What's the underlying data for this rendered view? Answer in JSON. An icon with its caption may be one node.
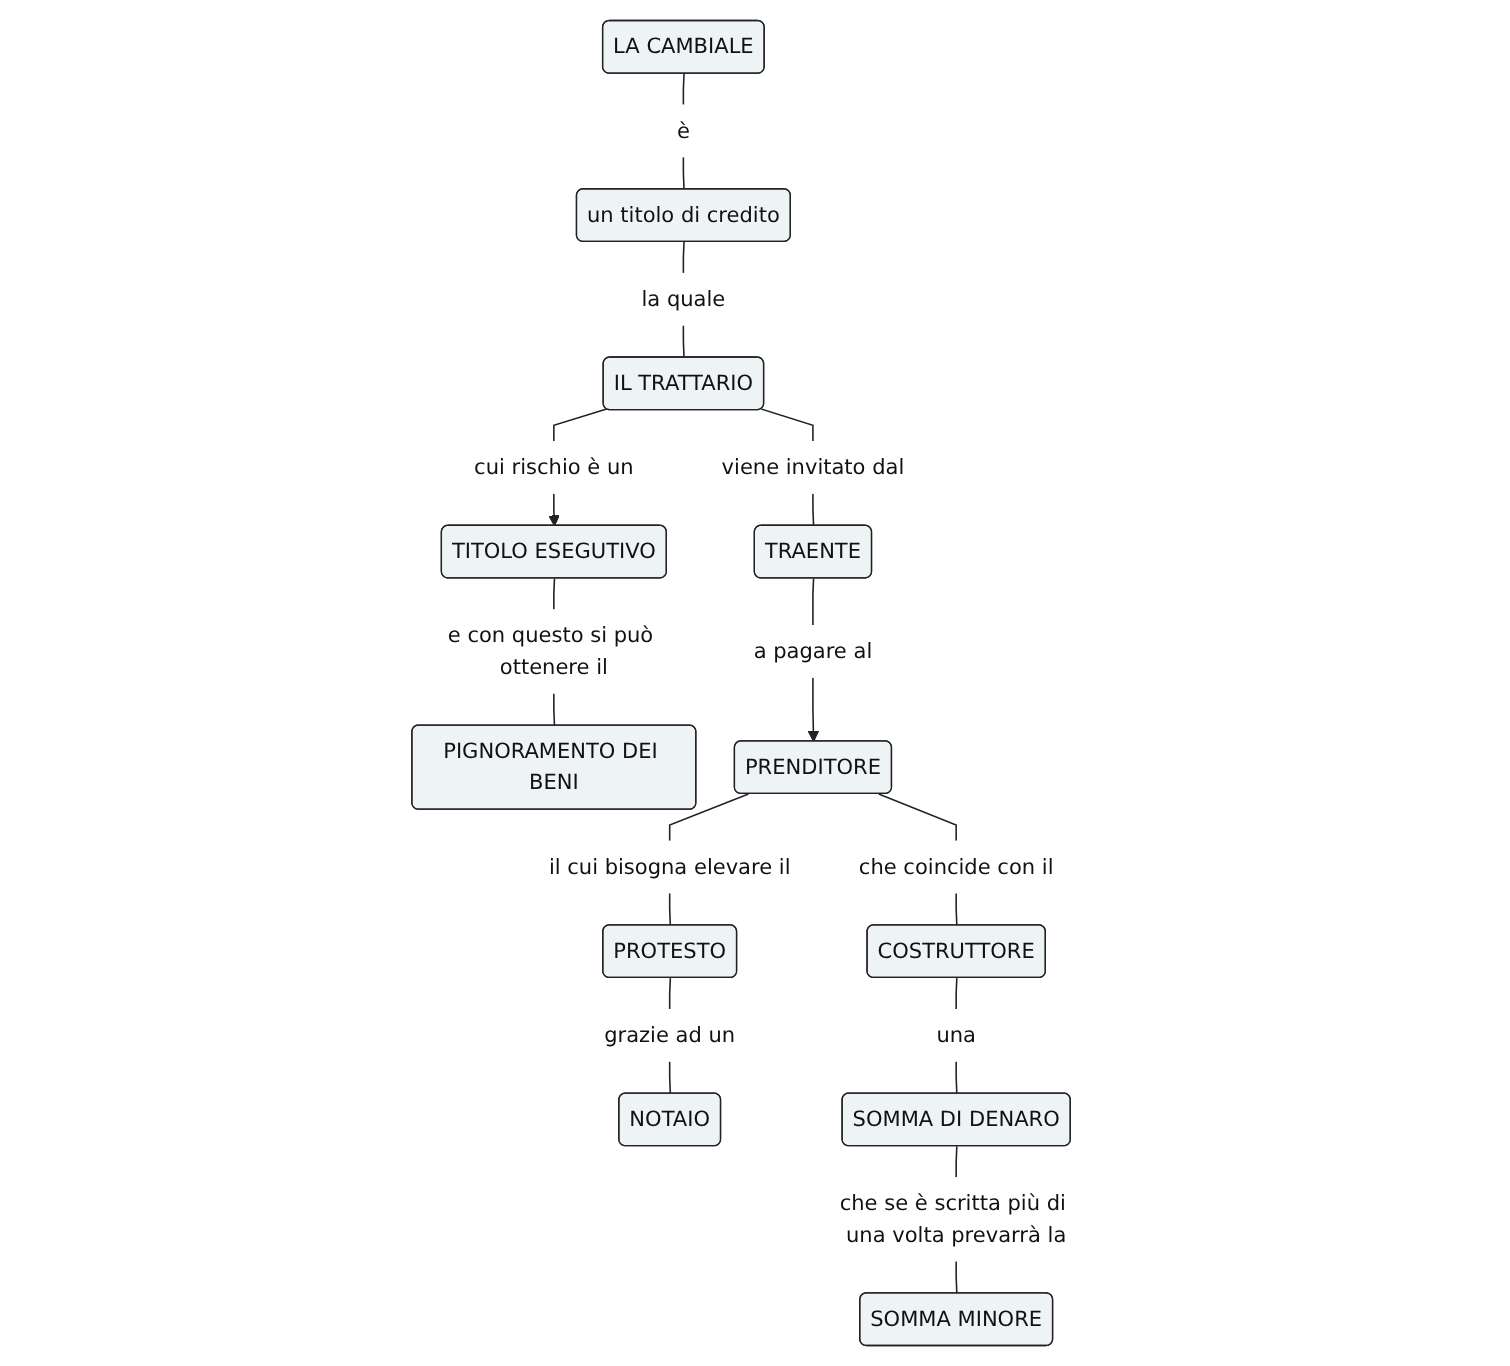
{
  "diagram": {
    "nodes": [
      {
        "text": [
          "LA CAMBIALE"
        ]
      },
      {
        "text": [
          "è"
        ]
      },
      {
        "text": [
          "un titolo di credito"
        ]
      },
      {
        "text": [
          "la quale"
        ]
      },
      {
        "text": [
          "IL TRATTARIO"
        ]
      },
      {
        "text": [
          "cui rischio è un"
        ]
      },
      {
        "text": [
          "TITOLO ESEGUTIVO"
        ]
      },
      {
        "text": [
          "e con questo si può ottenere il"
        ]
      },
      {
        "text": [
          "PIGNORAMENTO DEI BENI"
        ]
      },
      {
        "text": [
          "viene invitato dal"
        ]
      },
      {
        "text": [
          "TRAENTE"
        ]
      },
      {
        "text": [
          "a pagare al"
        ]
      },
      {
        "text": [
          "PRENDITORE"
        ]
      },
      {
        "text": [
          "il cui bisogna elevare il"
        ]
      },
      {
        "text": [
          "PROTESTO"
        ]
      },
      {
        "text": [
          "grazie ad un"
        ]
      },
      {
        "text": [
          "NOTAIO"
        ]
      },
      {
        "text": [
          "che coincide con il"
        ]
      },
      {
        "text": [
          "COSTRUTTORE"
        ]
      },
      {
        "text": [
          "una"
        ]
      },
      {
        "text": [
          "SOMMA DI DENARO"
        ]
      },
      {
        "text": [
          "che se è scritta più di una volta prevarrà la"
        ]
      },
      {
        "text": [
          "SOMMA MINORE"
        ]
      }
    ],
    "edges": [
      {
        "from": 0,
        "to": 1,
        "arrow": "none"
      },
      {
        "from": 1,
        "to": 2,
        "arrow": "none"
      },
      {
        "from": 2,
        "to": 3,
        "arrow": "none"
      },
      {
        "from": 3,
        "to": 4,
        "arrow": "none"
      },
      {
        "from": 4,
        "to": 5,
        "arrow": "none"
      },
      {
        "from": 5,
        "to": 6,
        "arrow": "to"
      },
      {
        "from": 6,
        "to": 7,
        "arrow": "none"
      },
      {
        "from": 7,
        "to": 8,
        "arrow": "none"
      },
      {
        "from": 4,
        "to": 9,
        "arrow": "none"
      },
      {
        "from": 9,
        "to": 10,
        "arrow": "none"
      },
      {
        "from": 10,
        "to": 11,
        "arrow": "none"
      },
      {
        "from": 11,
        "to": 12,
        "arrow": "to"
      },
      {
        "from": 12,
        "to": 13,
        "arrow": "none"
      },
      {
        "from": 13,
        "to": 14,
        "arrow": "none"
      },
      {
        "from": 14,
        "to": 15,
        "arrow": "none"
      },
      {
        "from": 15,
        "to": 16,
        "arrow": "none"
      },
      {
        "from": 12,
        "to": 17,
        "arrow": "none"
      },
      {
        "from": 17,
        "to": 18,
        "arrow": "none"
      },
      {
        "from": 18,
        "to": 19,
        "arrow": "none"
      },
      {
        "from": 19,
        "to": 20,
        "arrow": "none"
      },
      {
        "from": 20,
        "to": 21,
        "arrow": "none"
      },
      {
        "from": 21,
        "to": 22,
        "arrow": "none"
      }
    ]
  }
}
